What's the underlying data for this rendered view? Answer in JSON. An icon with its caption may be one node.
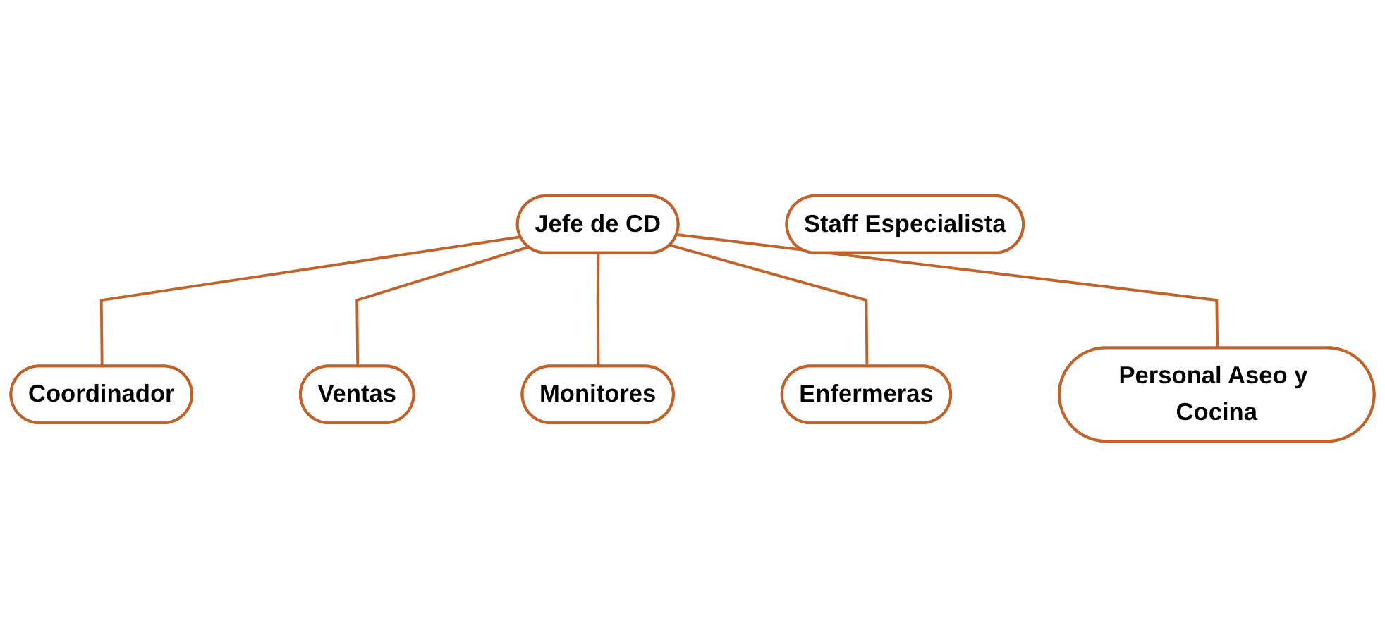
{
  "diagram": {
    "nodes": [
      {
        "text": [
          "Staff Especialista"
        ]
      },
      {
        "text": [
          "Jefe de CD"
        ]
      },
      {
        "text": [
          "Coordinador"
        ]
      },
      {
        "text": [
          "Ventas"
        ]
      },
      {
        "text": [
          "Monitores"
        ]
      },
      {
        "text": [
          "Enfermeras"
        ]
      },
      {
        "text": [
          "Personal Aseo y Cocina"
        ]
      }
    ],
    "edges": [
      {
        "from": 1,
        "to": 2,
        "arrow": "none"
      },
      {
        "from": 1,
        "to": 3,
        "arrow": "none"
      },
      {
        "from": 1,
        "to": 4,
        "arrow": "none"
      },
      {
        "from": 1,
        "to": 5,
        "arrow": "none"
      },
      {
        "from": 1,
        "to": 6,
        "arrow": "none"
      }
    ]
  }
}
